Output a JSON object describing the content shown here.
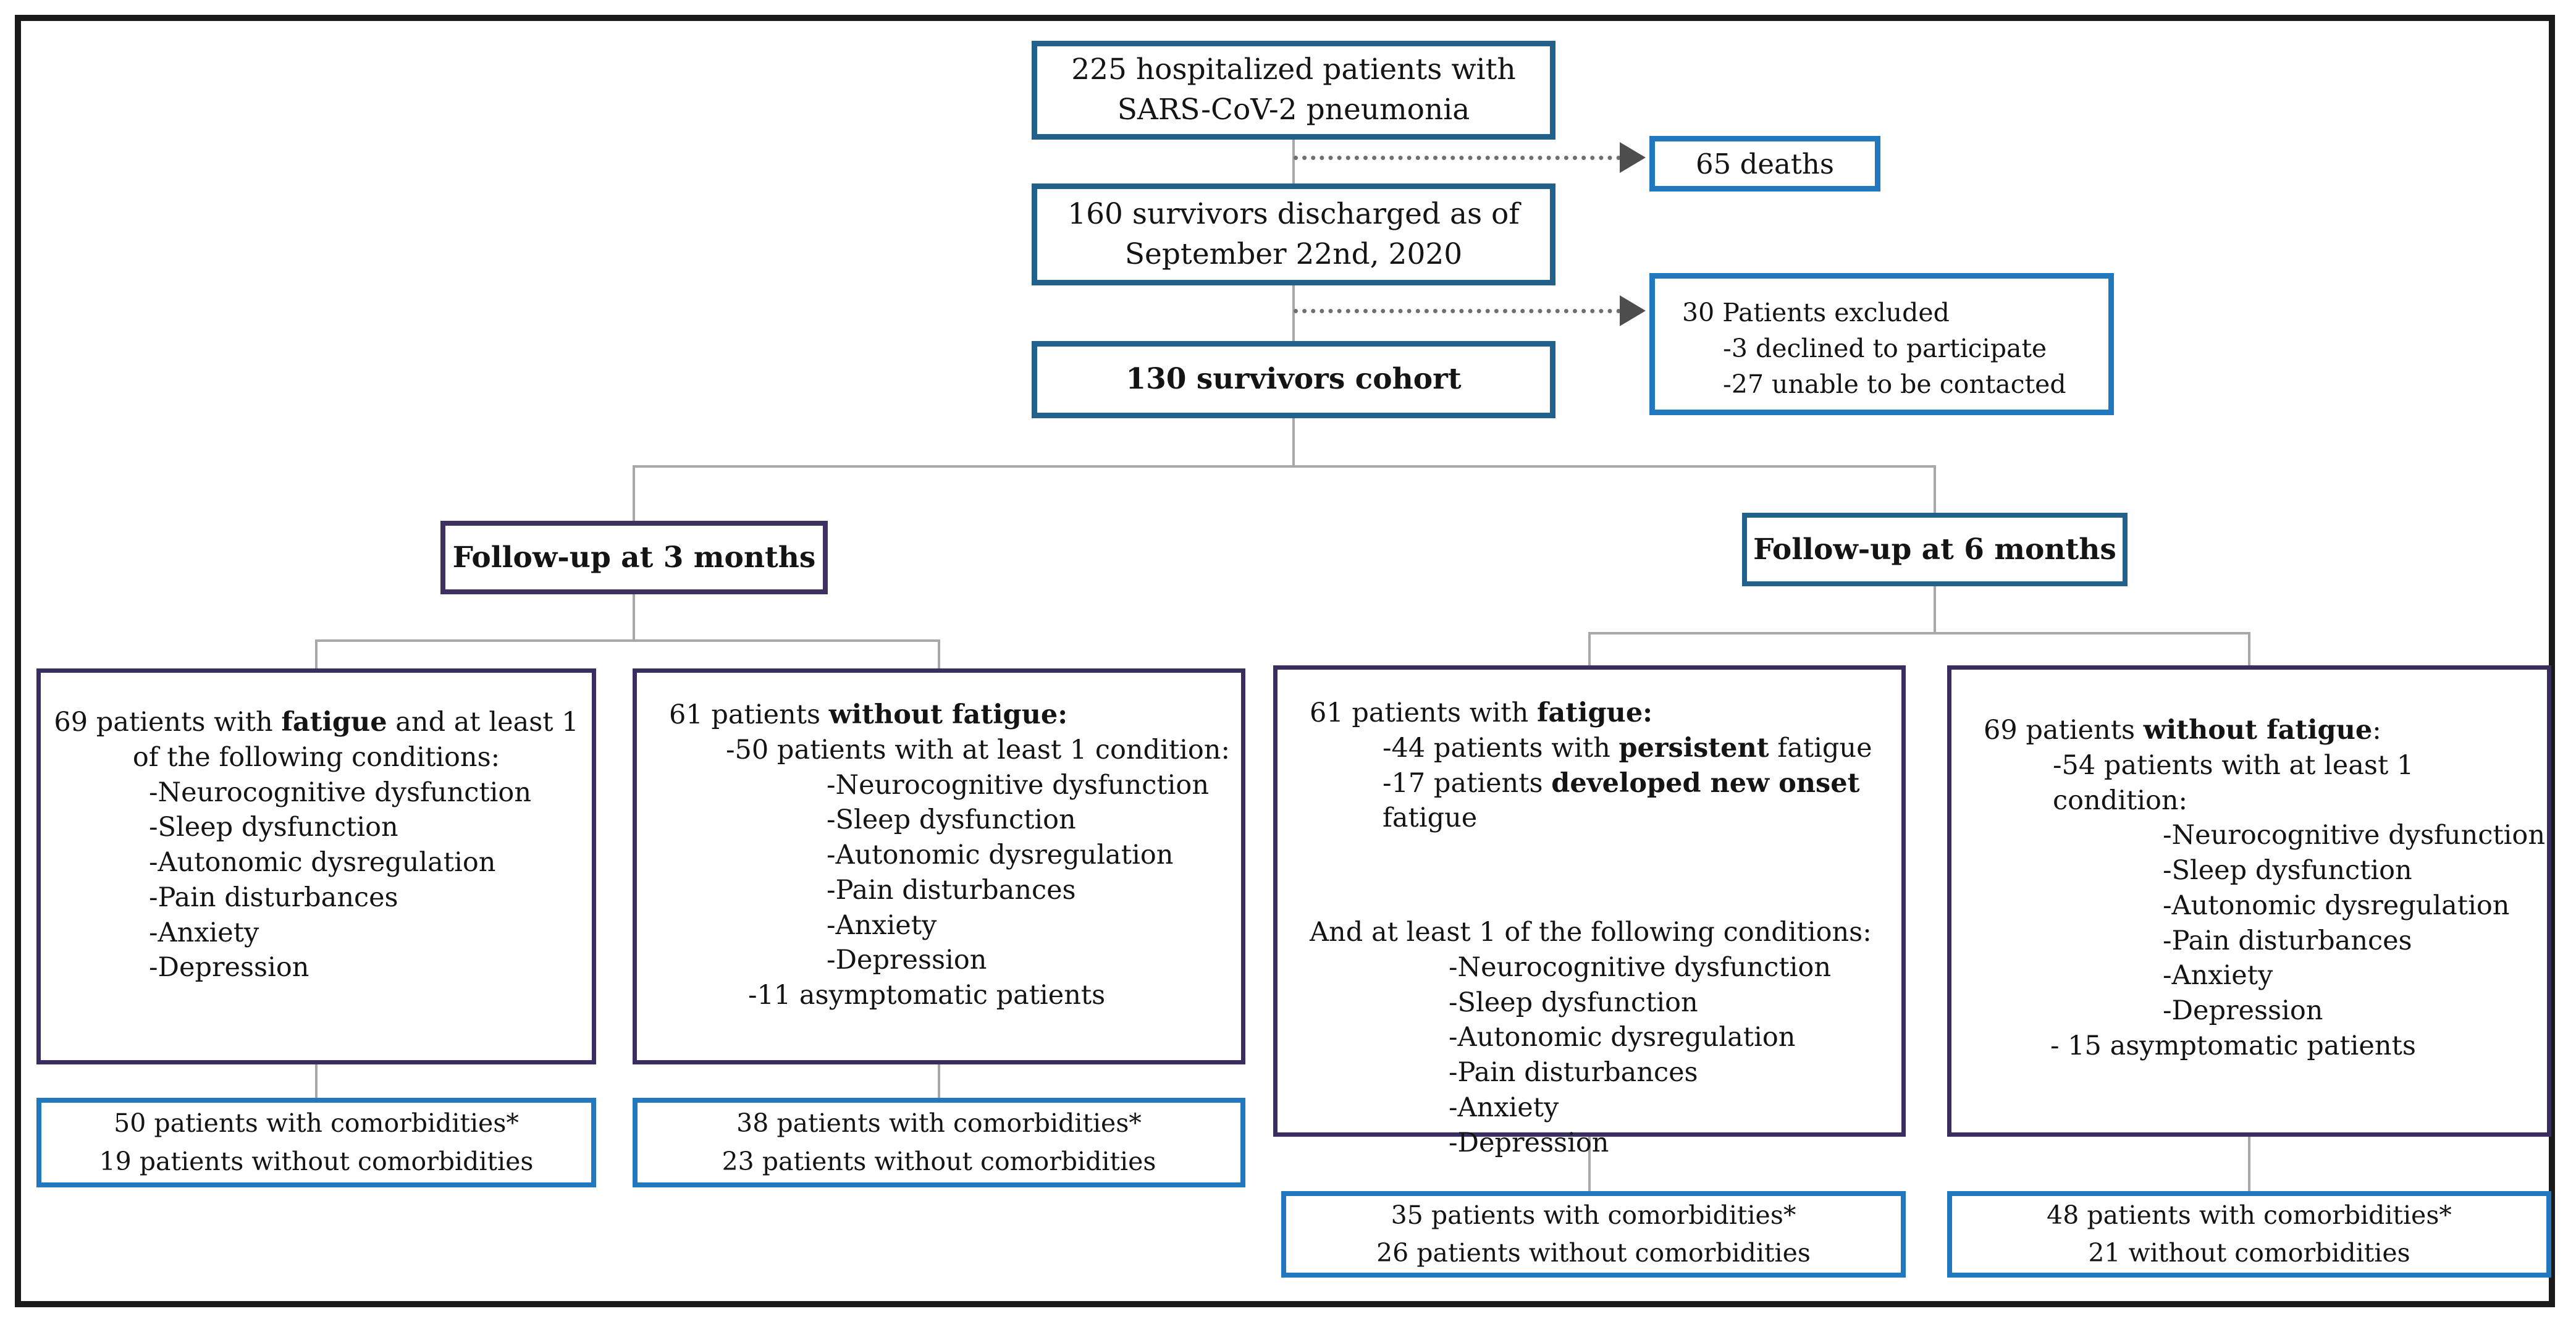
{
  "colors": {
    "chain_blue": "#21618C",
    "light_blue": "#2178BE",
    "purple": "#3F3062",
    "connector_gray": "#a8a8a8",
    "frame_black": "#1a1a1a"
  },
  "boxes": {
    "hospitalized": {
      "line1": "225 hospitalized patients with",
      "line2": "SARS-CoV-2 pneumonia"
    },
    "deaths": {
      "label": "65 deaths"
    },
    "discharged": {
      "line1": "160 survivors discharged as of",
      "line2": "September 22nd, 2020"
    },
    "excluded": {
      "title": "30 Patients excluded",
      "items": [
        "-3 declined to participate",
        "-27 unable to be contacted"
      ]
    },
    "cohort": {
      "label": "130 survivors cohort"
    },
    "followup3": {
      "label": "Follow-up at 3 months"
    },
    "followup6": {
      "label": "Follow-up at 6 months"
    },
    "fatigue3": {
      "line1_pre": "69 patients with ",
      "line1_bold": "fatigue",
      "line1_post": " and at least 1",
      "line2": "of the following conditions:",
      "conditions": [
        "-Neurocognitive dysfunction",
        "-Sleep dysfunction",
        "-Autonomic dysregulation",
        "-Pain disturbances",
        "-Anxiety",
        "-Depression"
      ]
    },
    "nofatigue3": {
      "line1_pre": "61 patients ",
      "line1_bold": "without fatigue:",
      "line2": "-50 patients with at least 1 condition:",
      "conditions": [
        "-Neurocognitive dysfunction",
        "-Sleep dysfunction",
        "-Autonomic dysregulation",
        "-Pain disturbances",
        "-Anxiety",
        "-Depression"
      ],
      "footer": "-11 asymptomatic patients"
    },
    "fatigue6": {
      "line1_pre": "61 patients with ",
      "line1_bold": "fatigue:",
      "line2_pre": "-44 patients with ",
      "line2_bold": "persistent",
      "line2_post": " fatigue",
      "line3_pre": "-17 patients ",
      "line3_bold": "developed new onset",
      "line3_post": " fatigue",
      "line4": "And at least 1 of the following conditions:",
      "conditions": [
        "-Neurocognitive dysfunction",
        "-Sleep dysfunction",
        "-Autonomic dysregulation",
        "-Pain disturbances",
        "-Anxiety",
        "-Depression"
      ]
    },
    "nofatigue6": {
      "line1_pre": "69 patients ",
      "line1_bold": "without fatigue",
      "line1_post": ":",
      "line2": "-54 patients with at least 1 condition:",
      "conditions": [
        "-Neurocognitive dysfunction",
        "-Sleep dysfunction",
        "-Autonomic dysregulation",
        "-Pain disturbances",
        "-Anxiety",
        "-Depression"
      ],
      "footer": "- 15 asymptomatic patients"
    },
    "comorbid3_fatigue": {
      "line1": "50 patients with comorbidities*",
      "line2": "19 patients without comorbidities"
    },
    "comorbid3_nofatigue": {
      "line1": "38 patients with comorbidities*",
      "line2": "23 patients without comorbidities"
    },
    "comorbid6_fatigue": {
      "line1": "35 patients with comorbidities*",
      "line2": "26 patients without comorbidities"
    },
    "comorbid6_nofatigue": {
      "line1": "48 patients with comorbidities*",
      "line2": "21 without comorbidities"
    }
  }
}
